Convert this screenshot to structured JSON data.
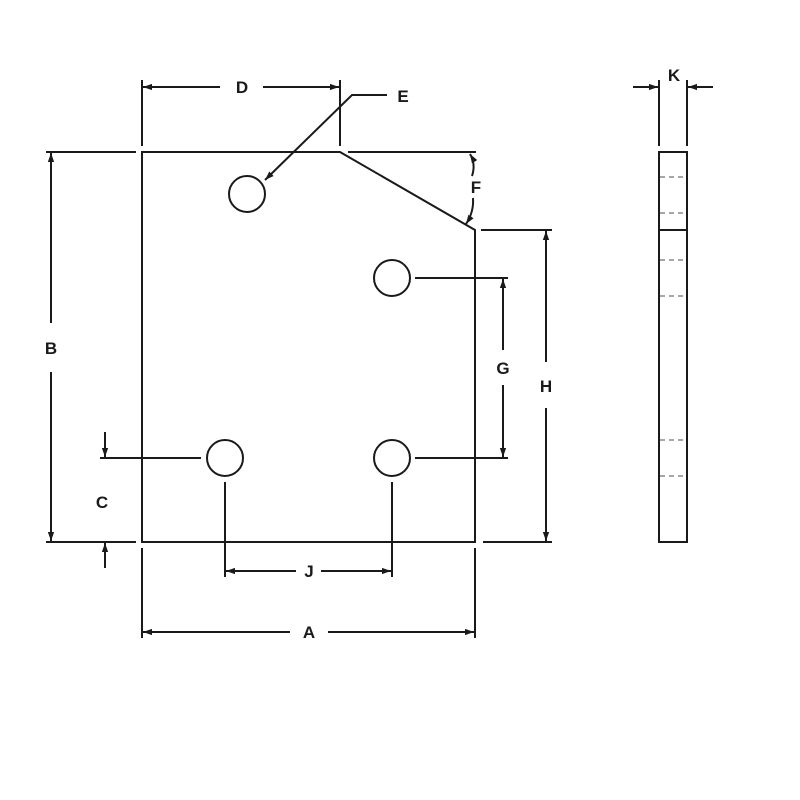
{
  "drawing": {
    "type": "technical-dimension-drawing",
    "subject": "4-hole corner plate with chamfered corner",
    "colors": {
      "line": "#1a1a1a",
      "hidden_line": "#888888",
      "background": "#ffffff"
    },
    "dimension_labels": {
      "A": "A",
      "B": "B",
      "C": "C",
      "D": "D",
      "E": "E",
      "F": "F",
      "G": "G",
      "H": "H",
      "J": "J",
      "K": "K"
    },
    "views": [
      "front-view",
      "side-view"
    ]
  }
}
